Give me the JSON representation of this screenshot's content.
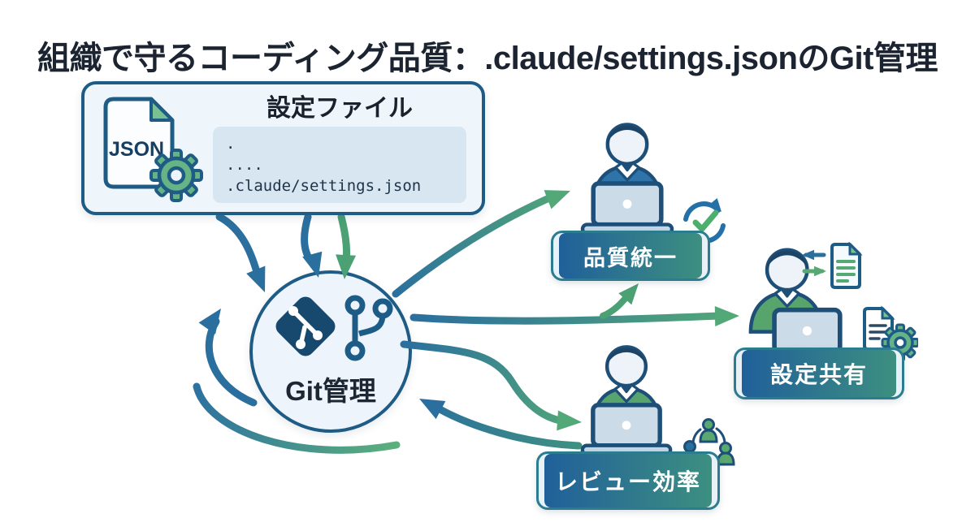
{
  "title": "組織で守るコーディング品質：.claude/settings.jsonのGit管理",
  "config_box": {
    "heading": "設定ファイル",
    "file_icon_label": "JSON",
    "code_lines": [
      ".",
      "....",
      ".claude/settings.json"
    ]
  },
  "hub": {
    "label": "Git管理"
  },
  "benefits": [
    {
      "id": "quality",
      "label": "品質統一",
      "icons": [
        "sync-check-icon"
      ]
    },
    {
      "id": "sharing",
      "label": "設定共有",
      "icons": [
        "doc-exchange-icon",
        "doc-gear-icon"
      ]
    },
    {
      "id": "review",
      "label": "レビュー効率",
      "icons": [
        "team-icon"
      ]
    }
  ],
  "icons": [
    "json-file-icon",
    "gear-icon",
    "git-logo-icon",
    "git-branch-icon",
    "person-at-laptop-icon",
    "sync-check-icon",
    "doc-exchange-icon",
    "doc-gear-icon",
    "team-icon"
  ],
  "palette": {
    "outline_blue": "#1e5c86",
    "arrow_blue": "#2b6f9e",
    "arrow_green": "#53a877",
    "panel_bg": "#eef6fc",
    "code_bg": "#d8e6f2",
    "badge_border": "#2a7c8e",
    "badge_gradient_left": "#20609a",
    "badge_gradient_right": "#3d8f80",
    "shirt_blue": "#2f74a8",
    "shirt_green": "#57a46c",
    "laptop_gray": "#ccdbe8",
    "hair_navy": "#1d4466",
    "title_color": "#1c2431"
  },
  "diagram": {
    "nodes": [
      "settings-file",
      "git-hub",
      "quality",
      "sharing",
      "review"
    ],
    "edges": [
      {
        "from": "settings-file",
        "to": "git-hub",
        "style": "blue-curve"
      },
      {
        "from": "settings-file",
        "to": "git-hub",
        "style": "blue-straight"
      },
      {
        "from": "settings-file",
        "to": "git-hub",
        "style": "green-straight"
      },
      {
        "from": "git-hub",
        "to": "settings-file",
        "style": "blue-return-arc"
      },
      {
        "from": "git-hub",
        "to": "git-hub",
        "style": "green-bottom-arc"
      },
      {
        "from": "git-hub",
        "to": "quality",
        "style": "gradient-curve"
      },
      {
        "from": "git-hub",
        "to": "sharing",
        "style": "gradient-horizontal-fork"
      },
      {
        "from": "git-hub",
        "to": "review",
        "style": "gradient-s-curve"
      },
      {
        "from": "review",
        "to": "git-hub",
        "style": "blue-return"
      }
    ]
  }
}
